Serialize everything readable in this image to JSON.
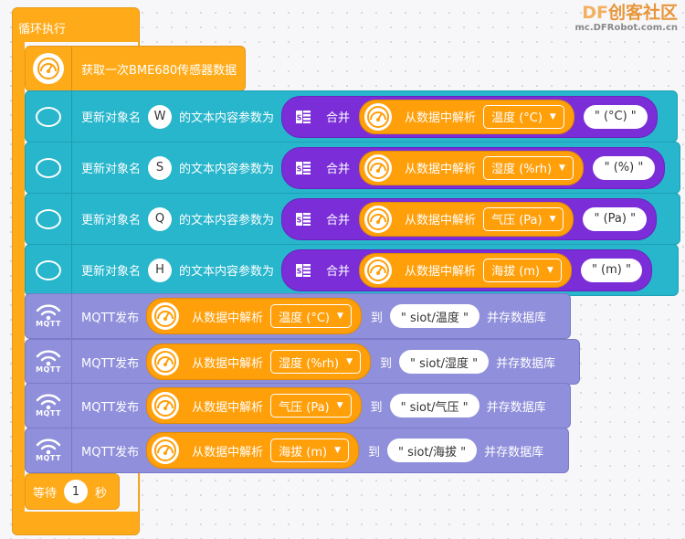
{
  "watermark": {
    "title_df": "DF",
    "title_rest": "创客社区",
    "url": "mc.DFRobot.com.cn"
  },
  "loop": {
    "label": "循环执行"
  },
  "read_block": {
    "label": "获取一次BME680传感器数据"
  },
  "update_rows": [
    {
      "prefix": "更新对象名",
      "name": "W",
      "mid": "的文本内容参数为",
      "merge": "合并",
      "parse": "从数据中解析",
      "field": "温度 (°C)",
      "unit": "\" (°C) \""
    },
    {
      "prefix": "更新对象名",
      "name": "S",
      "mid": "的文本内容参数为",
      "merge": "合并",
      "parse": "从数据中解析",
      "field": "湿度 (%rh)",
      "unit": "\" (%) \""
    },
    {
      "prefix": "更新对象名",
      "name": "Q",
      "mid": "的文本内容参数为",
      "merge": "合并",
      "parse": "从数据中解析",
      "field": "气压 (Pa)",
      "unit": "\" (Pa) \""
    },
    {
      "prefix": "更新对象名",
      "name": "H",
      "mid": "的文本内容参数为",
      "merge": "合并",
      "parse": "从数据中解析",
      "field": "海拔 (m)",
      "unit": "\" (m) \""
    }
  ],
  "mqtt_rows": [
    {
      "prefix": "MQTT发布",
      "parse": "从数据中解析",
      "field": "温度 (°C)",
      "to": "到",
      "topic": "\" siot/温度 \"",
      "suffix": "并存数据库"
    },
    {
      "prefix": "MQTT发布",
      "parse": "从数据中解析",
      "field": "湿度 (%rh)",
      "to": "到",
      "topic": "\" siot/湿度 \"",
      "suffix": "并存数据库"
    },
    {
      "prefix": "MQTT发布",
      "parse": "从数据中解析",
      "field": "气压 (Pa)",
      "to": "到",
      "topic": "\" siot/气压 \"",
      "suffix": "并存数据库"
    },
    {
      "prefix": "MQTT发布",
      "parse": "从数据中解析",
      "field": "海拔 (m)",
      "to": "到",
      "topic": "\" siot/海拔 \"",
      "suffix": "并存数据库"
    }
  ],
  "mqtt_icon_label": "MQTT",
  "wait_block": {
    "label": "等待",
    "value": "1",
    "unit": "秒"
  },
  "colors": {
    "loop": "#ffab19",
    "sensor": "#ffab19",
    "object": "#27b6cc",
    "merge": "#7b2ed8",
    "mqtt": "#8f8fdb"
  }
}
